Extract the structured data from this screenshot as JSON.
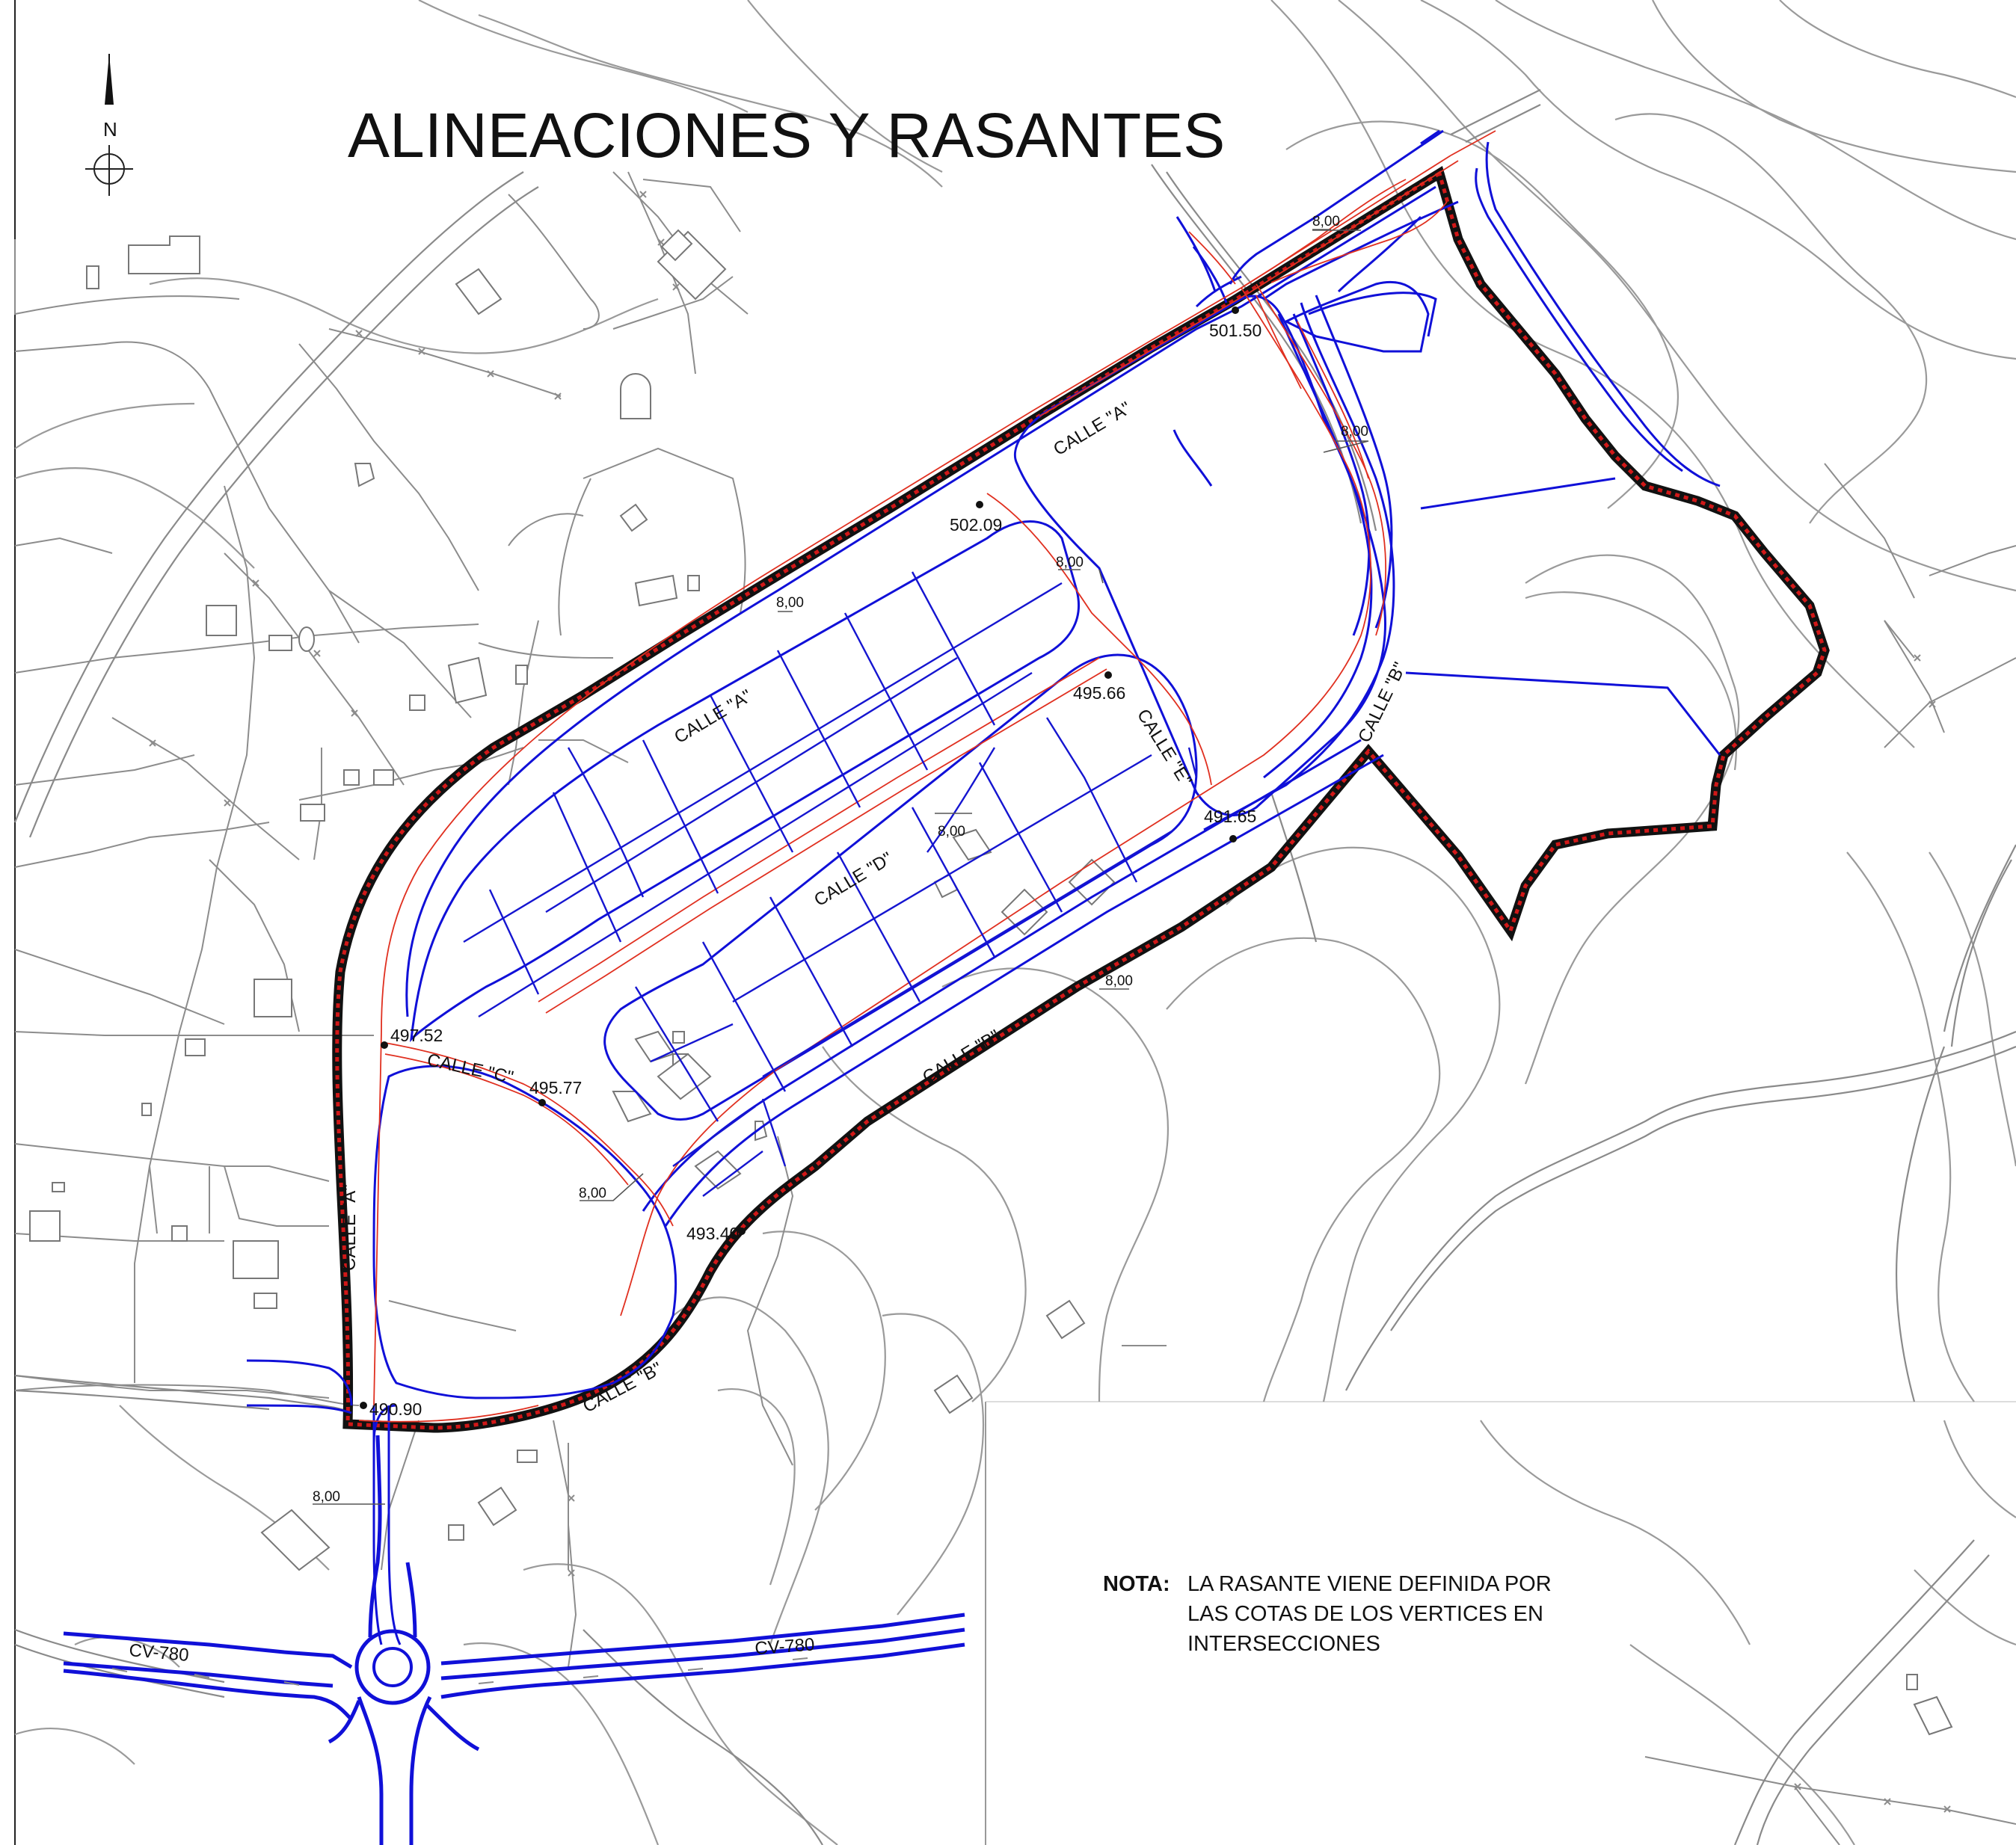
{
  "title": "ALINEACIONES Y RASANTES",
  "north_label": "N",
  "note": {
    "heading": "NOTA:",
    "lines": [
      "LA RASANTE VIENE DEFINIDA POR",
      "LAS COTAS DE LOS VERTICES EN",
      "INTERSECCIONES"
    ]
  },
  "elevations": [
    "501.50",
    "502.09",
    "495.66",
    "491.65",
    "497.52",
    "495.77",
    "493.40",
    "490.90"
  ],
  "widths": [
    "8,00",
    "8,00",
    "8,00",
    "8,00",
    "8,00",
    "8,00",
    "8,00",
    "8,00"
  ],
  "streets": {
    "calle_a": "CALLE \"A\"",
    "calle_b": "CALLE \"B\"",
    "calle_c": "CALLE \"C\"",
    "calle_d": "CALLE \"D\"",
    "calle_e": "CALLE \"E\"",
    "highway": "CV-780"
  },
  "colors": {
    "road_lines": "#1010d8",
    "boundary": "#111111",
    "boundary_inner": "#d01818",
    "axis": "#e03020",
    "topography": "#9a9a9a"
  },
  "icons": [
    "north-arrow-icon",
    "compass-crosshair-icon"
  ]
}
